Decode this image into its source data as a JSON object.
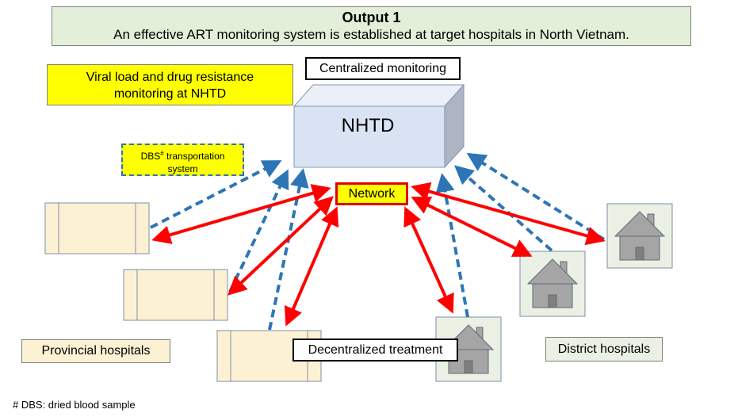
{
  "title": {
    "heading": "Output 1",
    "subtitle": "An effective ART monitoring system is established at target hospitals in North Vietnam."
  },
  "viral_box": {
    "line1": "Viral load and drug resistance",
    "line2": "monitoring at NHTD"
  },
  "centralized_label": "Centralized monitoring",
  "nhtd_label": "NHTD",
  "network_label": "Network",
  "dbs_box": {
    "prefix": "DBS",
    "superscript": "#",
    "rest": " transportation",
    "line2": "system"
  },
  "provincial_label": "Provincial hospitals",
  "decentralized_label": "Decentralized treatment",
  "district_label": "District hospitals",
  "footnote": "# DBS: dried blood sample",
  "colors": {
    "red_arrow": "#ff0000",
    "blue_dashed": "#2e75b6",
    "nhtd_front": "#dae3f3",
    "provincial_fill": "#fdf1d4",
    "district_fill": "#eaf1e4",
    "house_fill": "#a5a5a5",
    "highlight": "#ffff00"
  }
}
